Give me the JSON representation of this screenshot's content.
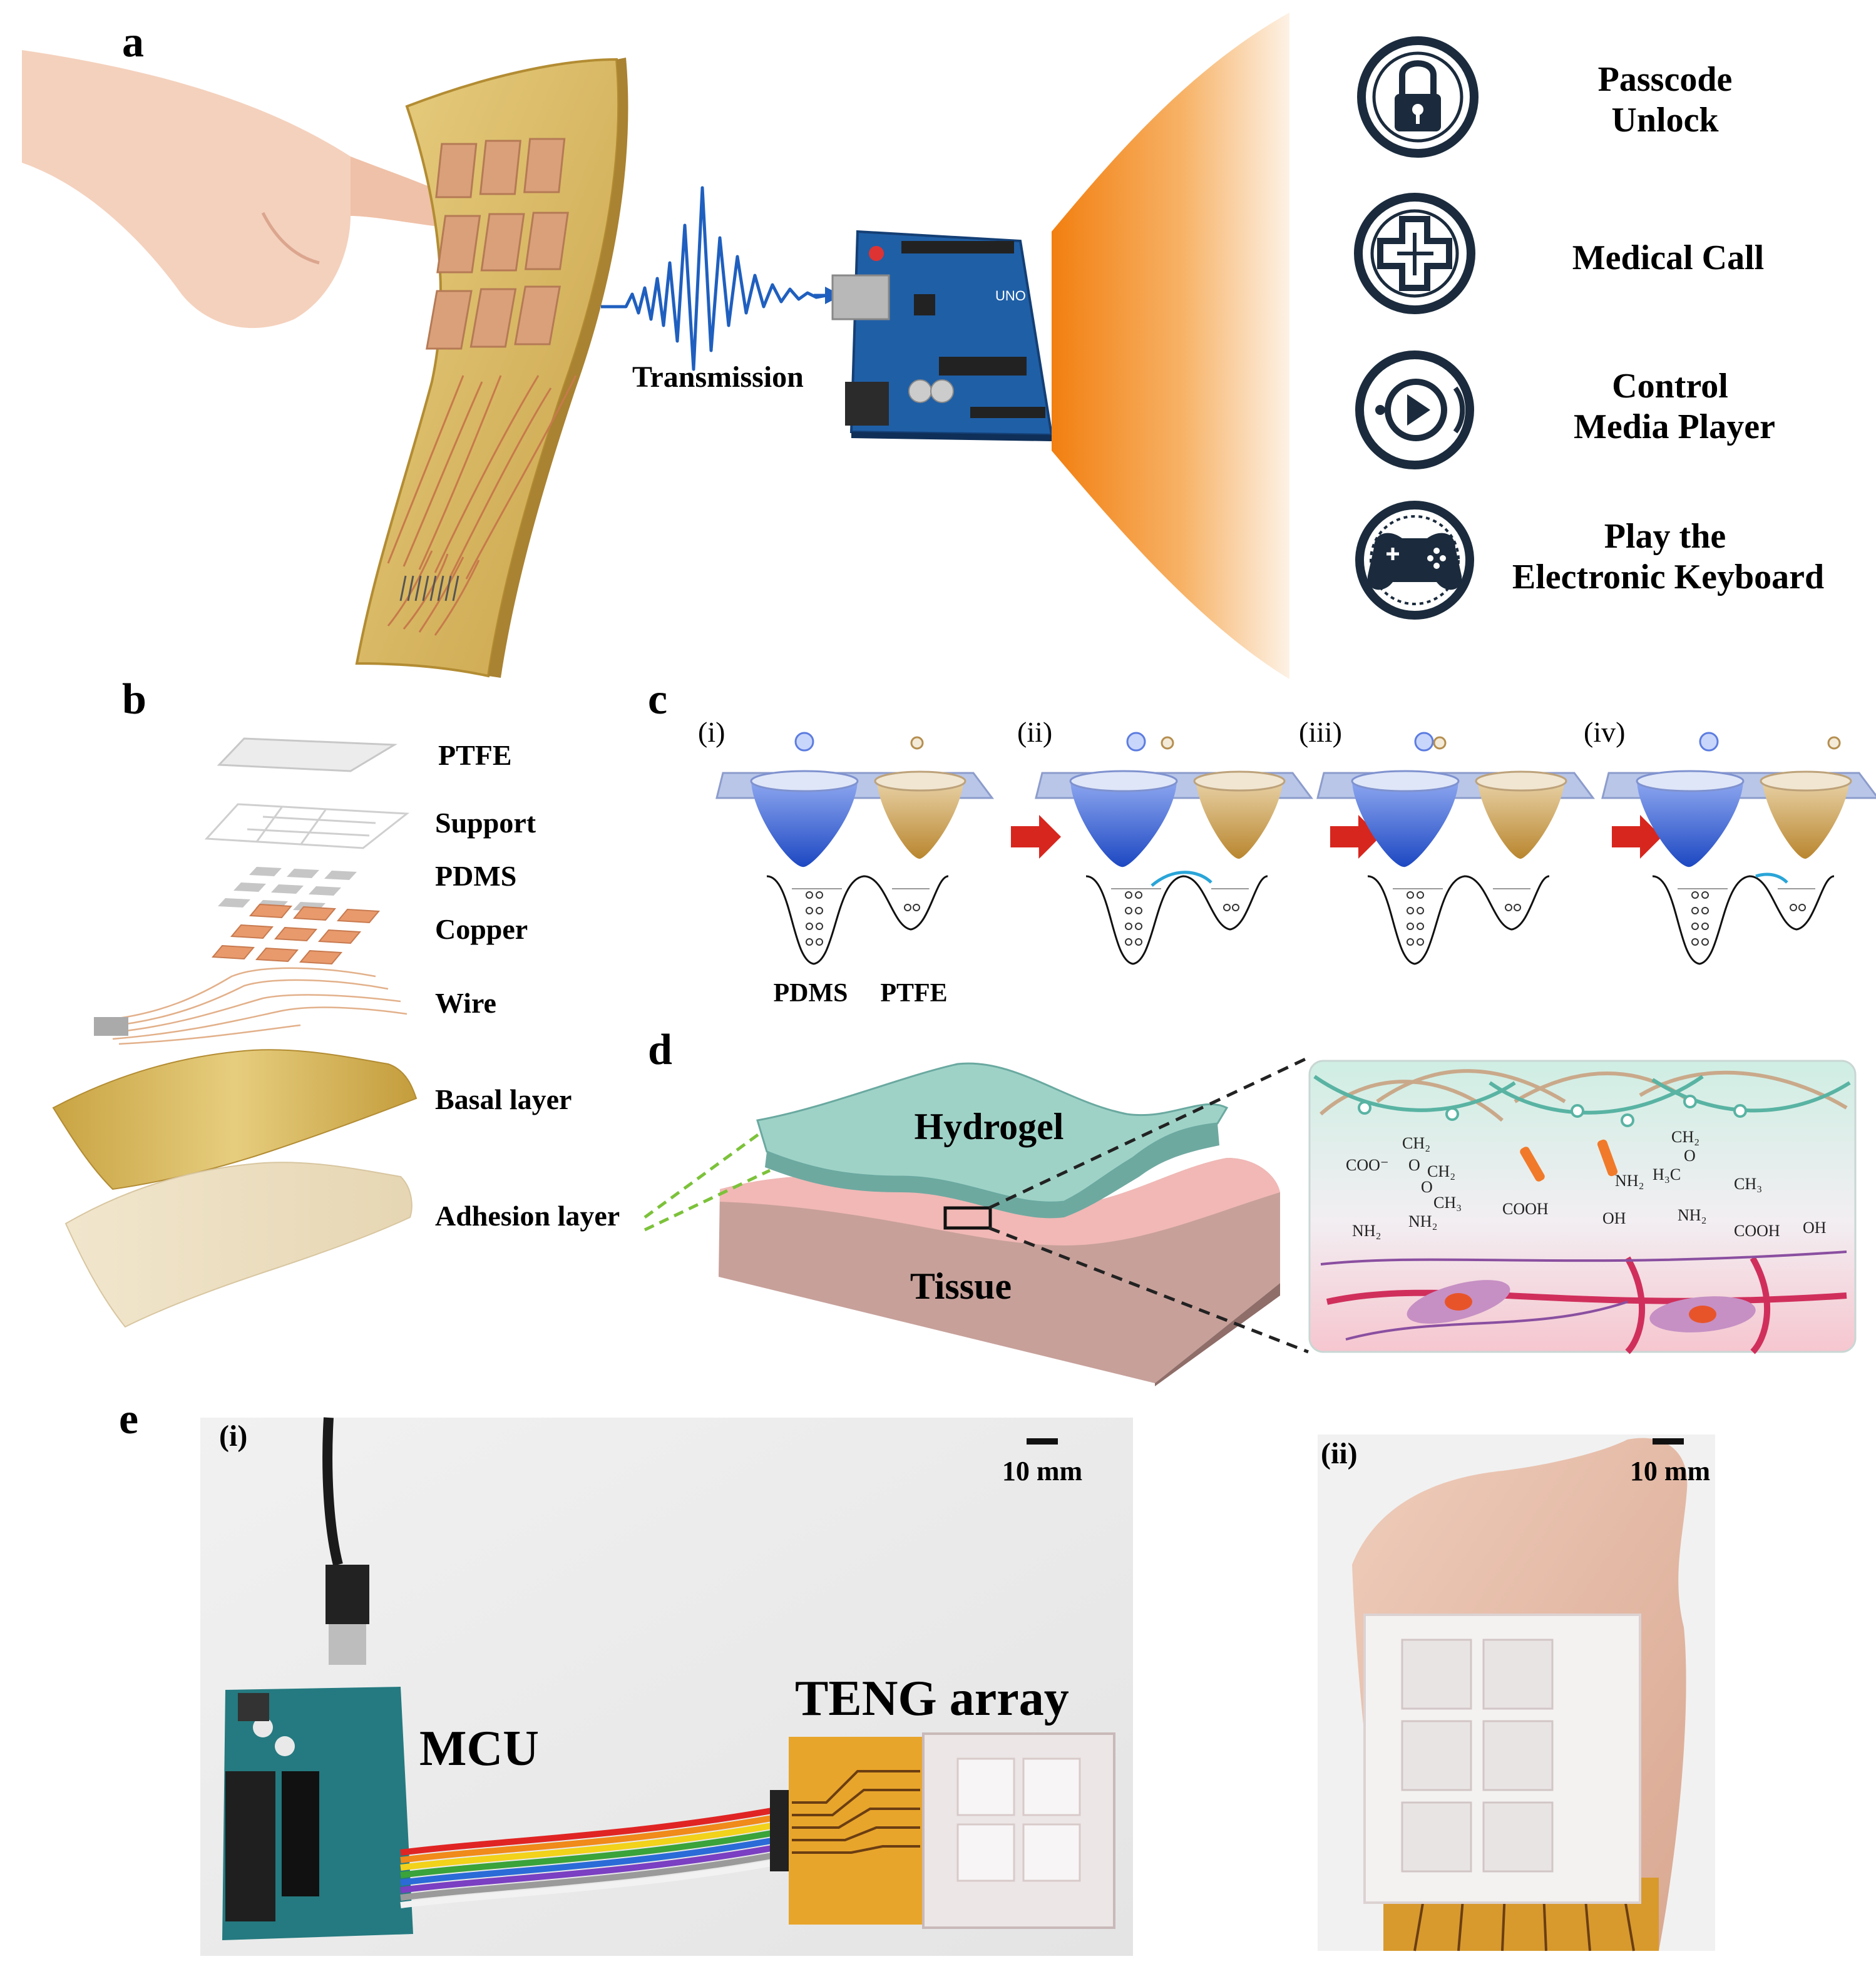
{
  "panel_labels": {
    "a": "a",
    "b": "b",
    "c": "c",
    "d": "d",
    "e": "e"
  },
  "panel_a": {
    "transmission_label": "Transmission",
    "board_text": "UNO",
    "applications": [
      {
        "line1": "Passcode",
        "line2": "Unlock",
        "icon": "padlock-icon"
      },
      {
        "line1": "Medical Call",
        "line2": "",
        "icon": "medical-cross-icon"
      },
      {
        "line1": "Control",
        "line2": "Media Player",
        "icon": "play-icon"
      },
      {
        "line1": "Play the",
        "line2": "Electronic Keyboard",
        "icon": "gamepad-icon"
      }
    ],
    "colors": {
      "fan": "#f58a1f",
      "board": "#1f5fa6",
      "substrate": "#d9b85c",
      "copper": "#d9a07a",
      "icon": "#1b2b3d"
    }
  },
  "panel_b": {
    "layers": [
      "PTFE",
      "Support",
      "PDMS",
      "Copper",
      "Wire",
      "Basal layer",
      "Adhesion layer"
    ]
  },
  "panel_c": {
    "steps": [
      "(i)",
      "(ii)",
      "(iii)",
      "(iv)"
    ],
    "materials": [
      "PDMS",
      "PTFE"
    ],
    "colors": {
      "pdms": "#2f5fd0",
      "ptfe": "#c99a4a",
      "arrow": "#d7261e"
    }
  },
  "panel_d": {
    "hydrogel_label": "Hydrogel",
    "tissue_label": "Tissue",
    "chem_labels": [
      "COO⁻",
      "CH₂",
      "O",
      "CH₂",
      "O",
      "CH₃",
      "NH₂",
      "COOH",
      "NH₂",
      "OH",
      "CH₂",
      "O",
      "H₃C",
      "CH₃",
      "NH₂",
      "COOH",
      "OH",
      "NH₂"
    ]
  },
  "panel_e": {
    "sub_i": "(i)",
    "sub_ii": "(ii)",
    "scale_i": "10 mm",
    "scale_ii": "10 mm",
    "mcu_label": "MCU",
    "teng_label": "TENG array"
  }
}
